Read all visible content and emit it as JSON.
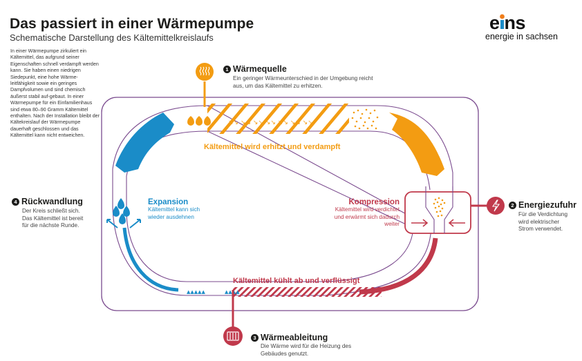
{
  "header": {
    "title": "Das passiert in einer Wärmepumpe",
    "subtitle": "Schematische Darstellung des Kältemittelkreislaufs"
  },
  "logo": {
    "word_pre": "e",
    "word_post": "ns",
    "tagline": "energie in sachsen",
    "colors": {
      "dot": "#f07d1a",
      "stem": "#1a8cc8",
      "text": "#111111"
    }
  },
  "intro": {
    "text": "In einer Wärmepumpe zirkuliert ein Kältemittel, das aufgrund seiner Eigenschaften schnell verdampft werden kann. Sie haben einen niedrigen Siedepunkt, eine hohe Wärme-leitfähigkeit sowie ein geringes Dampfvolumen und sind chemisch äußerst stabil auf-gebaut. In einer Wärmepumpe für ein Einfamilienhaus sind etwa 80–90 Gramm Kältemittel enthalten. Nach der Installation bleibt der Kältekreislauf der Wärmepumpe dauerhaft geschlossen und das Kältemittel kann nicht entweichen."
  },
  "steps": [
    {
      "number": "1",
      "title": "Wärmequelle",
      "description": "Ein geringer Wärmeunterschied in der Umgebung reicht aus, um das Kältemittel zu erhitzen.",
      "icon": "heat-waves-icon"
    },
    {
      "number": "2",
      "title": "Energiezufuhr",
      "description": "Für die Verdichtung wird elektrischer Strom verwendet.",
      "icon": "lightning-icon"
    },
    {
      "number": "3",
      "title": "Wärmeableitung",
      "description": "Die Wärme wird für die Heizung des Gebäudes genutzt.",
      "icon": "radiator-icon"
    },
    {
      "number": "4",
      "title": "Rückwandlung",
      "description": "Der Kreis schließt sich. Das Kältemittel ist bereit für die nächste Runde."
    }
  ],
  "processes": {
    "expansion": {
      "title": "Expansion",
      "description": "Kältemittel kann sich wieder ausdehnen"
    },
    "kompression": {
      "title": "Kompression",
      "description": "Kältemittel wird verdichtet und erwärmt sich dadurch weiter"
    }
  },
  "flows": {
    "hot": "Kältemittel wird erhitzt und verdampft",
    "cold": "Kältemittel kühlt ab und verflüssigt"
  },
  "colors": {
    "orange": "#f39c12",
    "blue": "#1a8cc8",
    "red": "#c0394b",
    "purple": "#7a4a8e",
    "dark": "#1d1d1b"
  }
}
